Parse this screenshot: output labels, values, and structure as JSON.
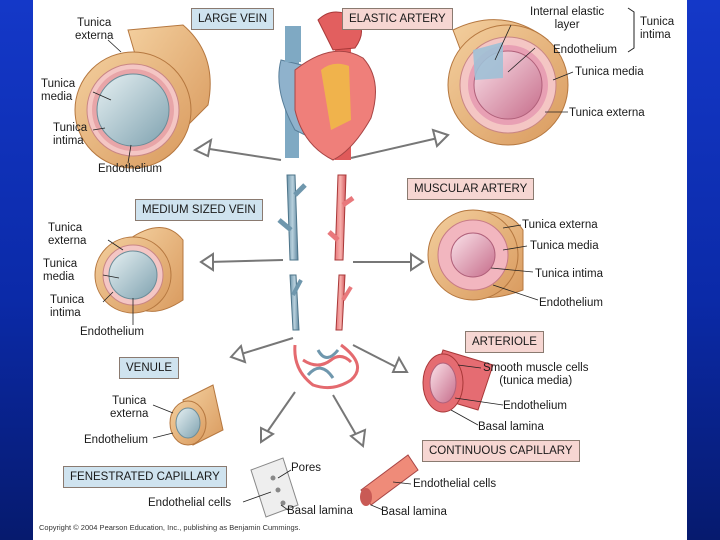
{
  "titles": {
    "large_vein": "LARGE VEIN",
    "elastic_artery": "ELASTIC ARTERY",
    "muscular_artery": "MUSCULAR ARTERY",
    "medium_vein": "MEDIUM SIZED VEIN",
    "arteriole": "ARTERIOLE",
    "venule": "VENULE",
    "continuous_capillary": "CONTINUOUS CAPILLARY",
    "fenestrated_capillary": "FENESTRATED CAPILLARY"
  },
  "labels": {
    "lv_externa": "Tunica\nexterna",
    "lv_media": "Tunica\nmedia",
    "lv_intima": "Tunica\nintima",
    "lv_endo": "Endothelium",
    "ea_iel": "Internal elastic\nlayer",
    "ea_endo": "Endothelium",
    "ea_intima": "Tunica\nintima",
    "ea_media": "Tunica media",
    "ea_externa": "Tunica externa",
    "mv_externa": "Tunica\nexterna",
    "mv_media": "Tunica\nmedia",
    "mv_intima": "Tunica\nintima",
    "mv_endo": "Endothelium",
    "ma_externa": "Tunica externa",
    "ma_media": "Tunica media",
    "ma_intima": "Tunica intima",
    "ma_endo": "Endothelium",
    "ar_smooth": "Smooth muscle cells\n(tunica media)",
    "ar_endo": "Endothelium",
    "ar_basal": "Basal lamina",
    "ve_externa": "Tunica\nexterna",
    "ve_endo": "Endothelium",
    "fc_pores": "Pores",
    "fc_endo_cells": "Endothelial cells",
    "fc_basal": "Basal lamina",
    "cc_endo_cells": "Endothelial cells",
    "cc_basal": "Basal lamina"
  },
  "copyright": "Copyright © 2004 Pearson Education, Inc., publishing as Benjamin Cummings."
}
